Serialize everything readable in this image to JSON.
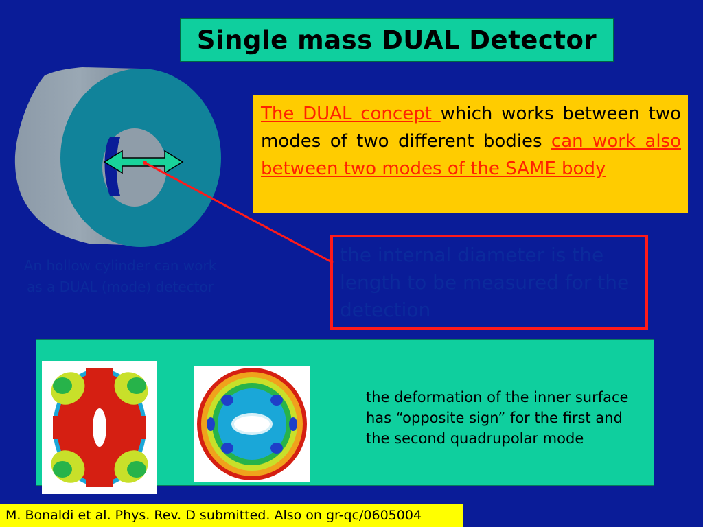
{
  "title": "Single mass DUAL Detector",
  "concept": {
    "part1": "The DUAL concept ",
    "part2": "which works between two modes of two different bodies ",
    "part3": "can work also between two modes of the SAME body"
  },
  "diameter_note": "the internal diameter is the length to be measured for the detection",
  "cylinder_caption": "An hollow cylinder can work as a DUAL (mode) detector",
  "deformation_note": "the deformation of the inner surface has “opposite sign” for the first and the second quadrupolar mode",
  "citation": "M. Bonaldi et al. Phys. Rev. D submitted. Also on gr-qc/0605004",
  "colors": {
    "background": "#0a1c98",
    "title_box": "#0fcf9e",
    "concept_box": "#ffcc00",
    "highlight_red": "#ff2200",
    "citation_box": "#ffff00"
  }
}
